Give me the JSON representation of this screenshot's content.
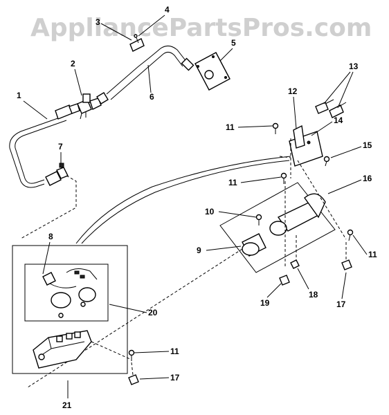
{
  "watermark": "AppliancePartsPros.com",
  "callouts": {
    "c1": "1",
    "c2": "2",
    "c3": "3",
    "c4": "4",
    "c5": "5",
    "c6": "6",
    "c7": "7",
    "c8": "8",
    "c9": "9",
    "c10": "10",
    "c11a": "11",
    "c11b": "11",
    "c11c": "11",
    "c11d": "11",
    "c12": "12",
    "c13": "13",
    "c14": "14",
    "c15": "15",
    "c16": "16",
    "c17a": "17",
    "c17b": "17",
    "c18": "18",
    "c19": "19",
    "c20": "20",
    "c21": "21"
  }
}
